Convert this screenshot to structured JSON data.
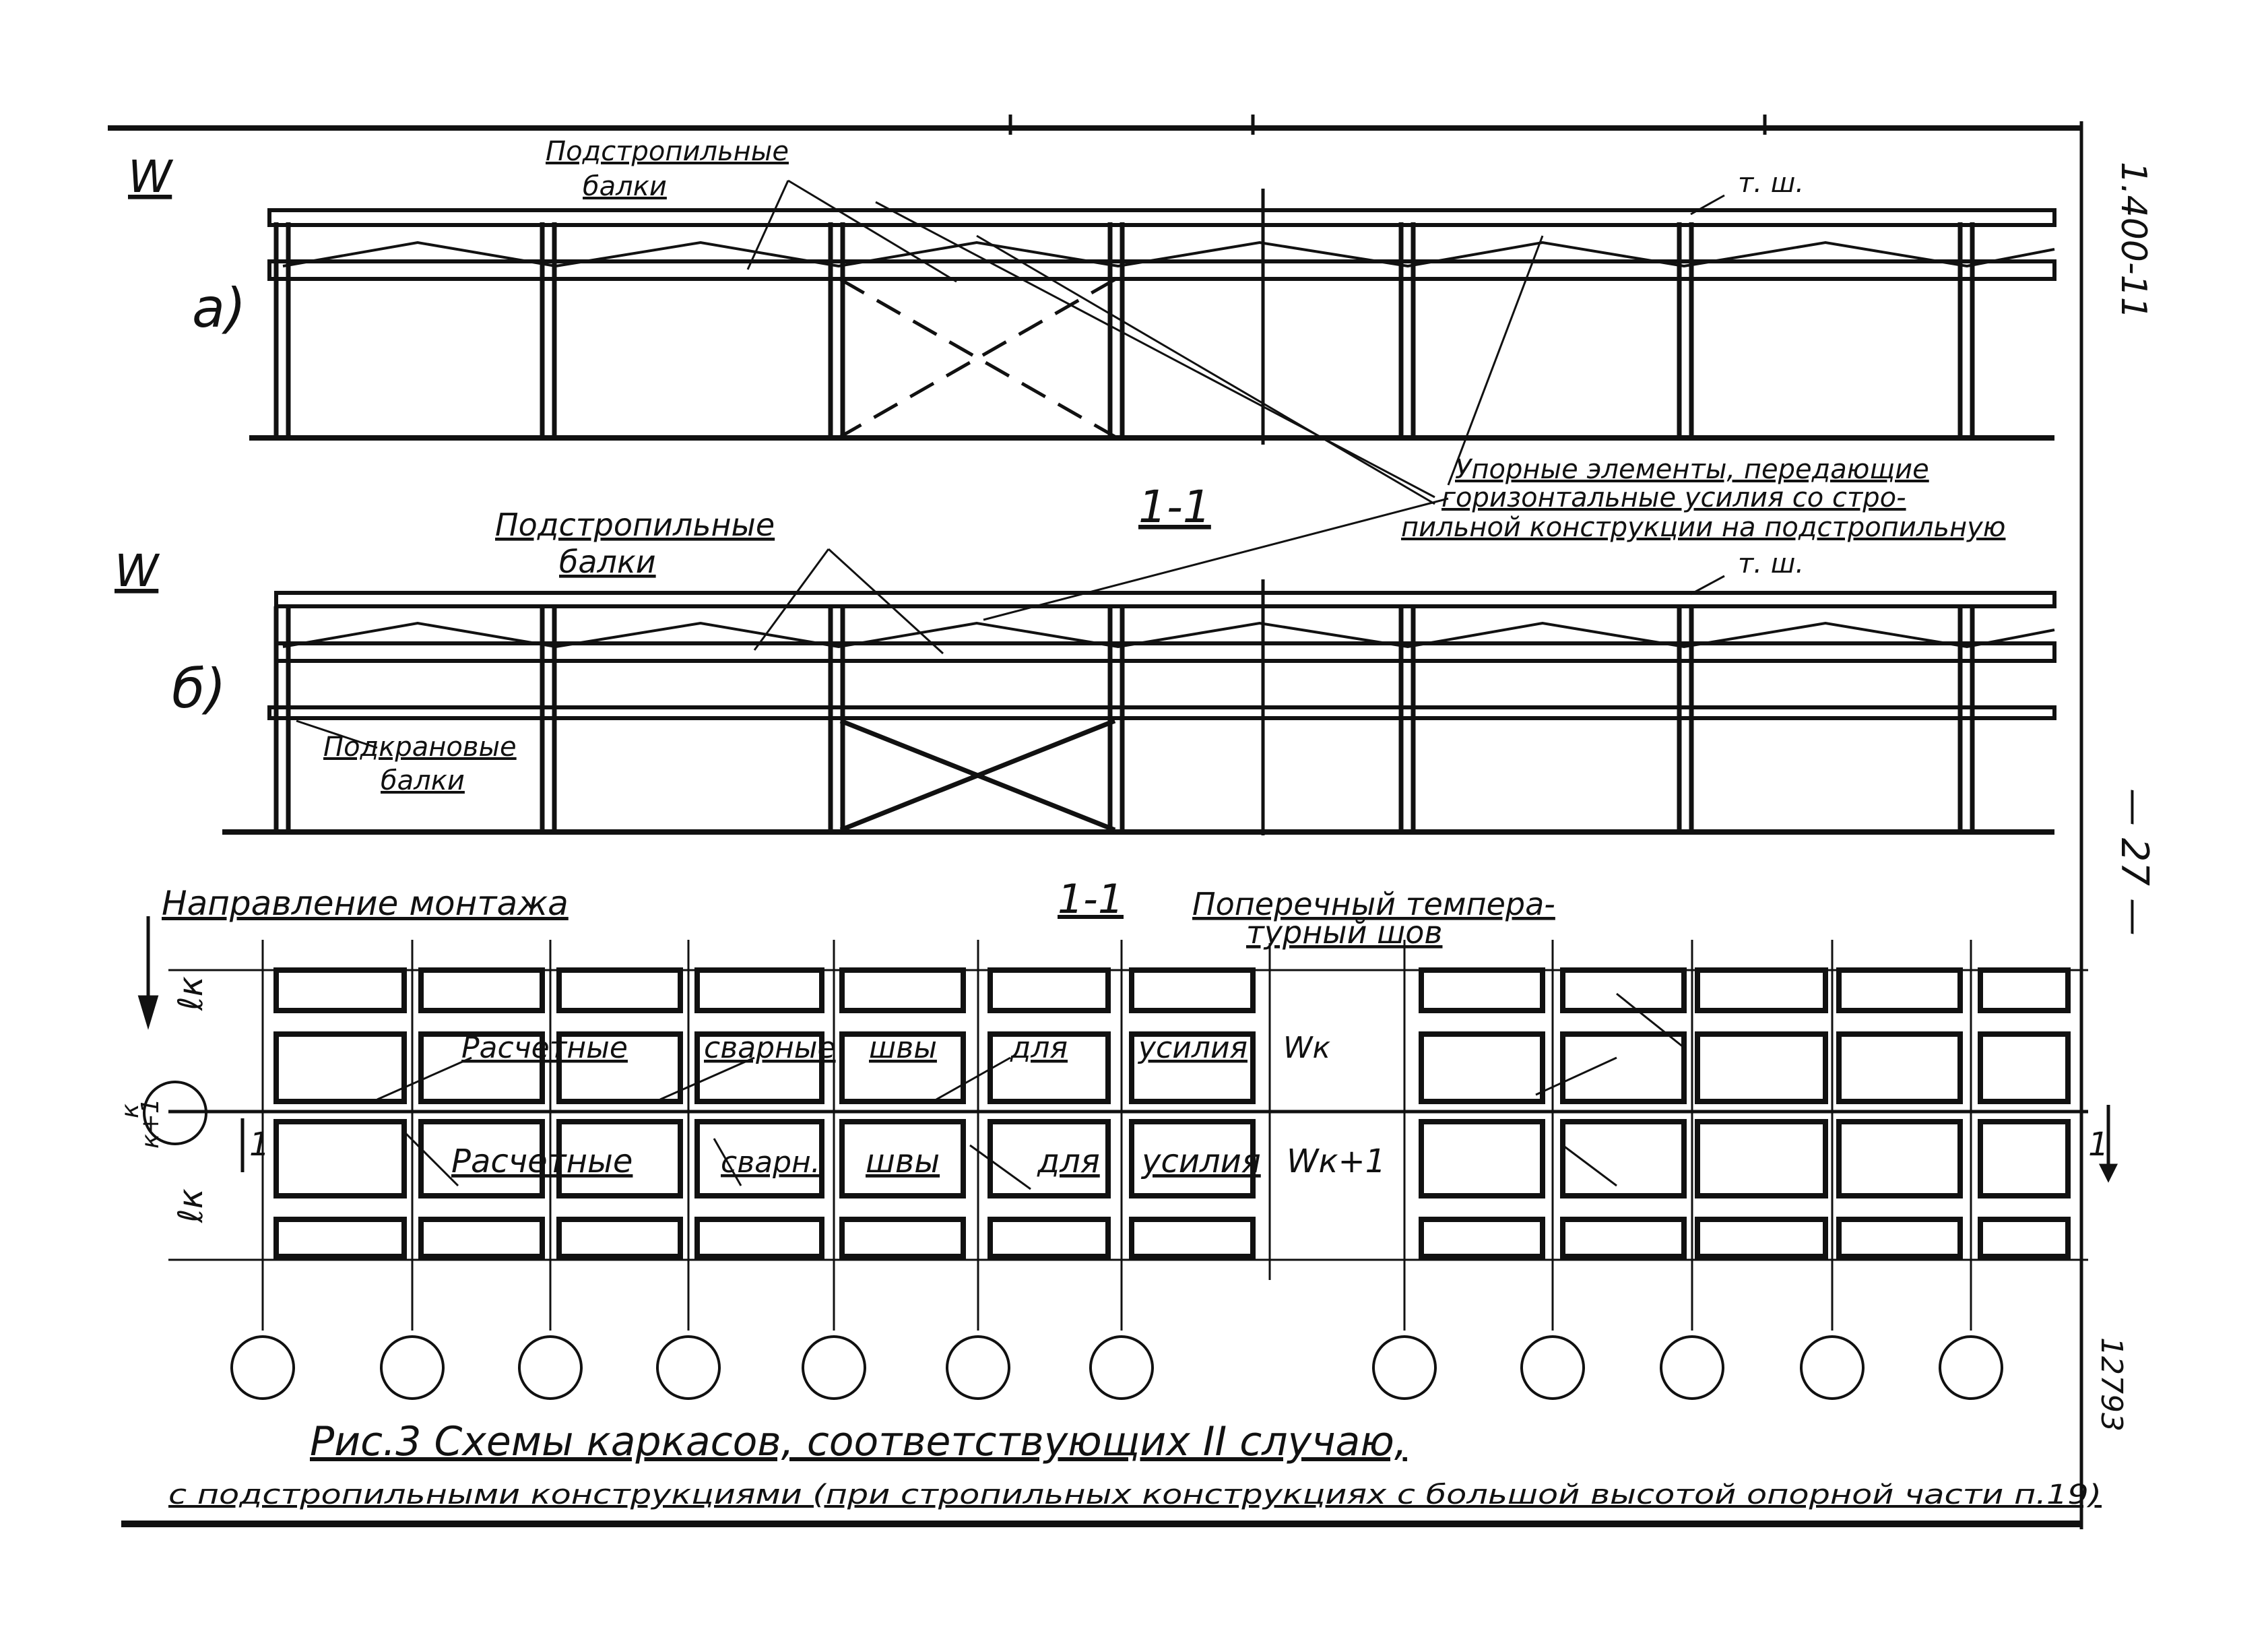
{
  "labels": {
    "podstropilnye_a": [
      "Подстропильные",
      "балки"
    ],
    "podstropilnye_b": [
      "Подстропильные",
      "балки"
    ],
    "podkranovye": [
      "Подкрановые",
      "балки"
    ],
    "t_sh_a": "т. ш.",
    "t_sh_b": "т. ш.",
    "upornye": [
      "Упорные элементы, передающие",
      "горизонтальные усилия со стро-",
      "пильной конструкции на подстропильную"
    ],
    "section_mark_mid": "1-1",
    "section_mark_plan": "1-1",
    "montazh": "Направление монтажа",
    "poperechny": [
      "Поперечный темпера-",
      "турный шов"
    ],
    "row_k": [
      "Расчетные",
      "сварные",
      "швы",
      "для",
      "усилия",
      "Wк"
    ],
    "row_k1": [
      "Расчетные",
      "сварн.",
      "швы",
      "для",
      "усилия",
      "Wк+1"
    ],
    "dim_left": "ℓк",
    "side_label_k": "к",
    "side_label_k1": "к+1",
    "section_tick_left": "1",
    "section_tick_right": "1",
    "w_upper": "W",
    "w_lower": "W",
    "case_a": "а)",
    "case_b": "б)"
  },
  "caption": {
    "line1": "Рис.3 Схемы каркасов, соответствующих II случаю,",
    "line2": "с подстропильными конструкциями (при стропильных конструкциях с большой высотой опорной части п.19)"
  },
  "margin": {
    "code": "1.400-11",
    "page": "— 27 —",
    "sheet_no": "12793"
  }
}
